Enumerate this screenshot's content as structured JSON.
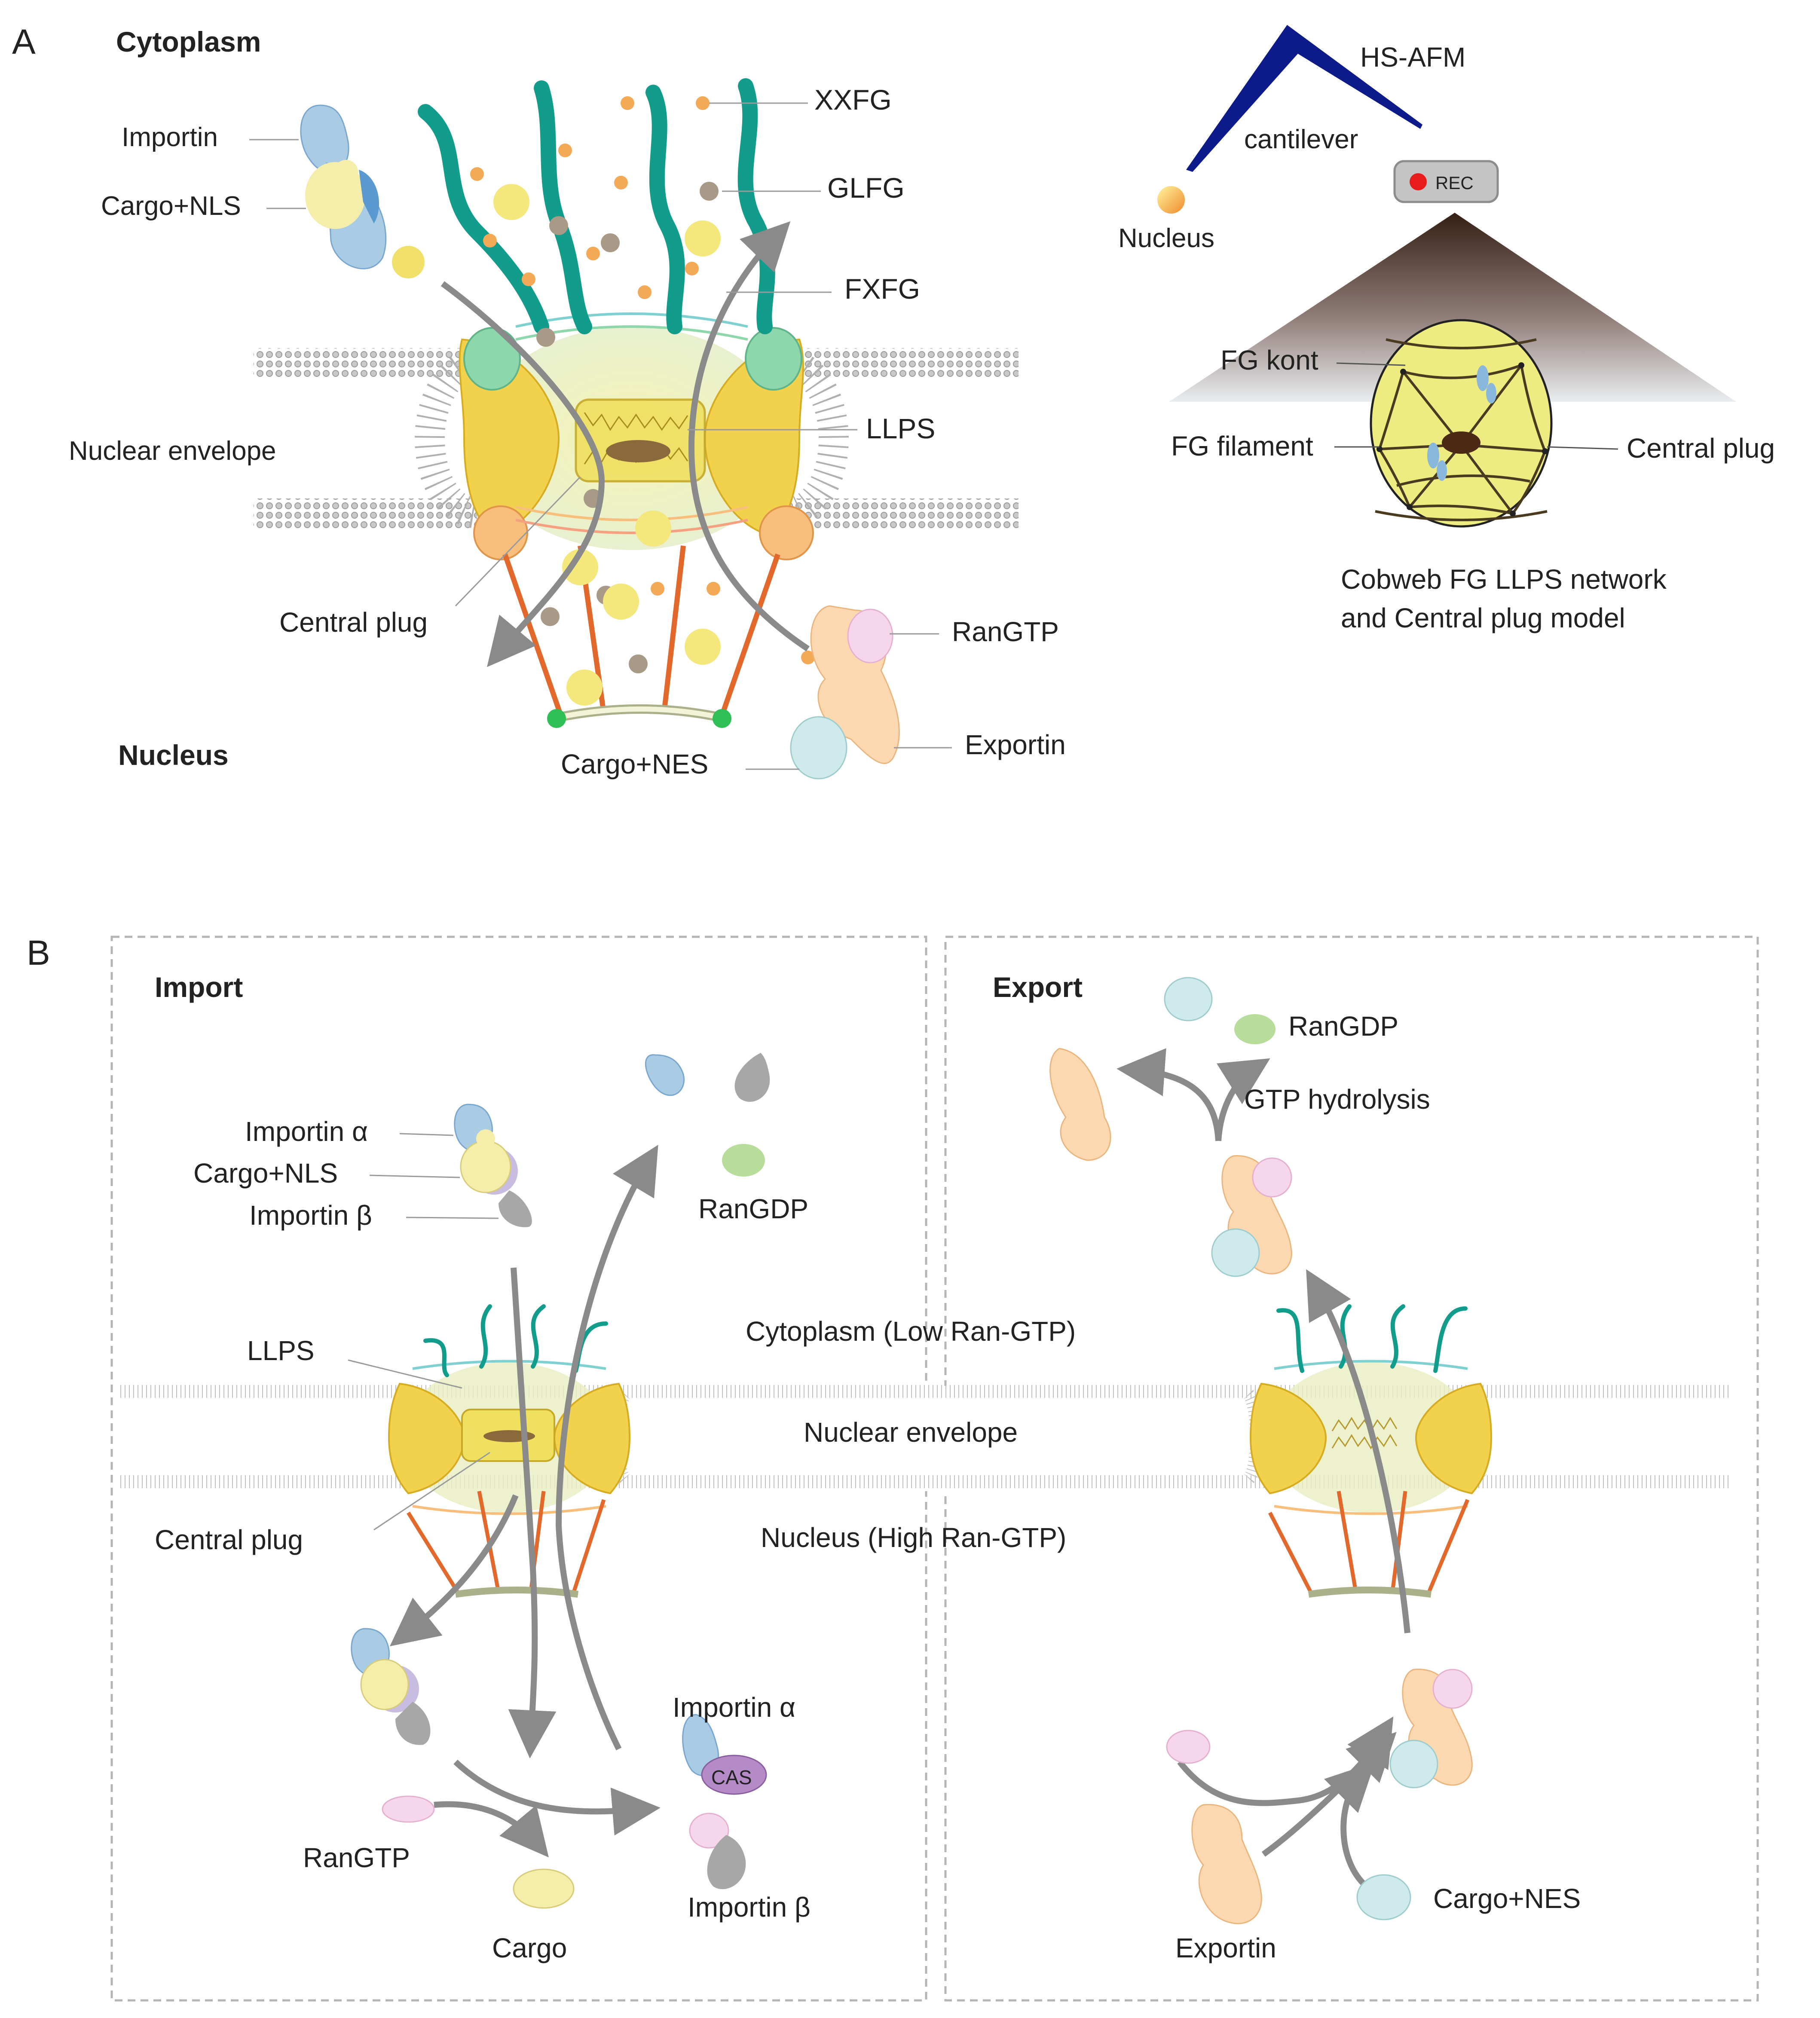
{
  "panel_a": {
    "panel_letter": "A",
    "cytoplasm": "Cytoplasm",
    "nucleus": "Nucleus",
    "importin": "Importin",
    "cargo_nls": "Cargo+NLS",
    "xxfg": "XXFG",
    "glfg": "GLFG",
    "fxfg": "FXFG",
    "llps": "LLPS",
    "nuclear_envelope": "Nuclear envelope",
    "central_plug": "Central plug",
    "rangtp": "RanGTP",
    "exportin": "Exportin",
    "cargo_nes": "Cargo+NES",
    "hs_afm": "HS-AFM",
    "cantilever": "cantilever",
    "afm_nucleus": "Nucleus",
    "rec": "REC",
    "fg_knot": "FG kont",
    "fg_filament": "FG filament",
    "model_central_plug": "Central plug",
    "caption_line1": "Cobweb FG LLPS network",
    "caption_line2": "and Central plug model"
  },
  "panel_b": {
    "panel_letter": "B",
    "import_title": "Import",
    "export_title": "Export",
    "importin_alpha_top": "Importin α",
    "cargo_nls": "Cargo+NLS",
    "importin_beta_top": "Importin β",
    "rangdp_import": "RanGDP",
    "llps": "LLPS",
    "central_plug": "Central plug",
    "cytoplasm_low": "Cytoplasm (Low Ran-GTP)",
    "nuclear_envelope": "Nuclear envelope",
    "nucleus_high": "Nucleus (High Ran-GTP)",
    "importin_alpha_bottom": "Importin α",
    "cas": "CAS",
    "rangtp": "RanGTP",
    "importin_beta_bottom": "Importin β",
    "cargo": "Cargo",
    "rangdp_export": "RanGDP",
    "gtp_hydrolysis": "GTP hydrolysis",
    "cargo_nes": "Cargo+NES",
    "exportin": "Exportin"
  },
  "colors": {
    "fg_teal": "#119c8c",
    "nup_yellow": "#f2d24c",
    "basket_orange": "#e2682c",
    "importin_blue": "#a9cbe4",
    "cargo_yellow": "#f5eeaa",
    "exportin_peach": "#fbd8b0",
    "rangtp_pink": "#f6d6ea",
    "rangdp_green": "#b8dd9a",
    "cas_purple": "#b48bc6",
    "importin_beta_gray": "#a7a7a7",
    "cargo_nes_cyan": "#cfeaea",
    "arrow_gray": "#8a8a8a",
    "membrane_gray": "#cfcfcf"
  }
}
